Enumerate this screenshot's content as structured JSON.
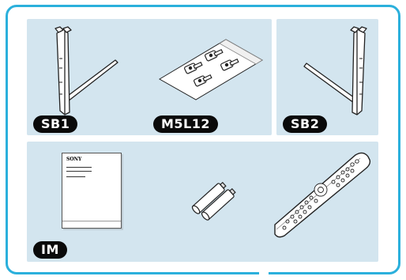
{
  "items": {
    "stand_left": {
      "code": "SB1"
    },
    "screws": {
      "code": "M5L12"
    },
    "stand_right": {
      "code": "SB2"
    },
    "manual": {
      "code": "IM",
      "brand": "SONY"
    }
  },
  "colors": {
    "frame": "#2bb0dc",
    "panel": "#d3e5ef",
    "badge": "#0a0a0a",
    "badge_text": "#ffffff"
  }
}
